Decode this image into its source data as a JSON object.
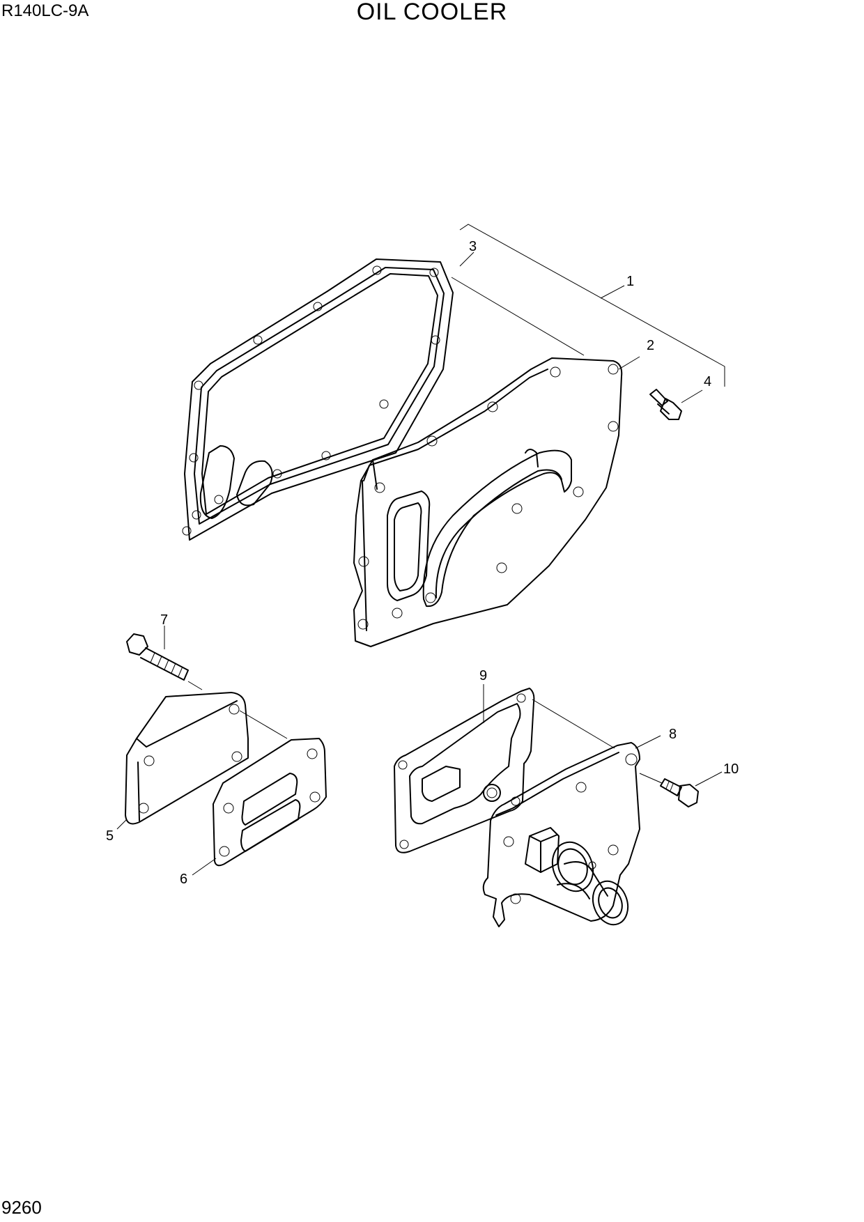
{
  "header": {
    "model": "R140LC-9A",
    "title": "OIL COOLER"
  },
  "footer": {
    "page_number": "9260"
  },
  "callouts": {
    "c1": "1",
    "c2": "2",
    "c3": "3",
    "c4": "4",
    "c5": "5",
    "c6": "6",
    "c7": "7",
    "c8": "8",
    "c9": "9",
    "c10": "10"
  }
}
